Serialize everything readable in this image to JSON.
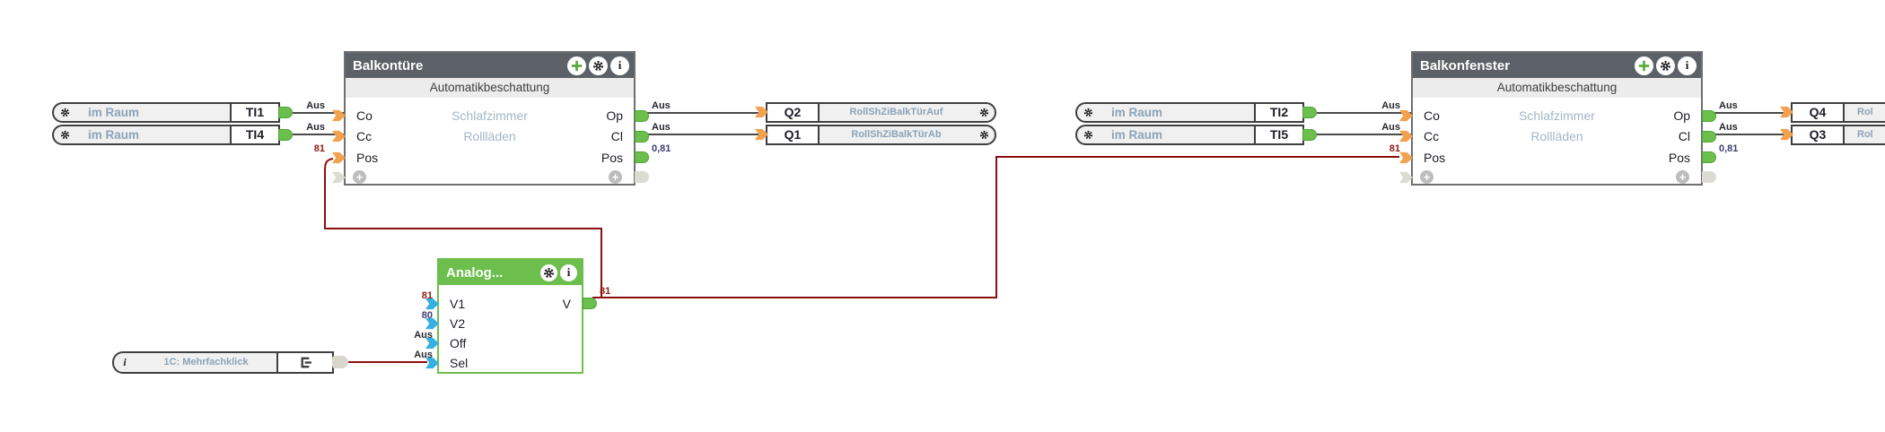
{
  "colors": {
    "header-gray": "#5b6167",
    "subtitle-bg": "#ececec",
    "block-border": "#6f6f6f",
    "green": "#6cbf4c",
    "green-dark": "#4ea53a",
    "orange": "#f2a24e",
    "cyan": "#33b1e3",
    "wire": "#4a4a4a",
    "wire-active": "#8b0f0f",
    "muted-blue": "#8ba3b8",
    "text-dark": "#1c1c28",
    "value-red": "#8c1a12",
    "value-blue": "#3c3c6e",
    "cell-bg": "#f0f0f0",
    "nub-gray": "#d9d6cb",
    "conn-gray": "#dcdcd4"
  },
  "icons": {
    "info_glyph": "i"
  },
  "blocks": {
    "balkontuere": {
      "title": "Balkontüre",
      "subtitle": "Automatikbeschattung",
      "room": "Schlafzimmer",
      "category": "Rollläden",
      "inputs": [
        {
          "name": "Co",
          "value": "Aus"
        },
        {
          "name": "Cc",
          "value": "Aus"
        },
        {
          "name": "Pos",
          "value": "81"
        }
      ],
      "outputs": [
        {
          "name": "Op",
          "value": "Aus"
        },
        {
          "name": "Cl",
          "value": "Aus"
        },
        {
          "name": "Pos",
          "value": "0,81"
        }
      ]
    },
    "balkonfenster": {
      "title": "Balkonfenster",
      "subtitle": "Automatikbeschattung",
      "room": "Schlafzimmer",
      "category": "Rollläden",
      "inputs": [
        {
          "name": "Co",
          "value": "Aus"
        },
        {
          "name": "Cc",
          "value": "Aus"
        },
        {
          "name": "Pos",
          "value": "81"
        }
      ],
      "outputs": [
        {
          "name": "Op",
          "value": "Aus"
        },
        {
          "name": "Cl",
          "value": "Aus"
        },
        {
          "name": "Pos",
          "value": "0,81"
        }
      ]
    },
    "analog": {
      "title": "Analog...",
      "inputs": [
        {
          "name": "V1",
          "value": "81"
        },
        {
          "name": "V2",
          "value": "80"
        },
        {
          "name": "Off",
          "value": "Aus"
        },
        {
          "name": "Sel",
          "value": "Aus"
        }
      ],
      "outputs": [
        {
          "name": "V",
          "value": "81"
        }
      ]
    }
  },
  "sources": [
    {
      "label": "im Raum",
      "tag": "TI1"
    },
    {
      "label": "im Raum",
      "tag": "TI4"
    },
    {
      "label": "im Raum",
      "tag": "TI2"
    },
    {
      "label": "im Raum",
      "tag": "TI5"
    }
  ],
  "sinks": [
    {
      "tag": "Q2",
      "label": "RollShZiBalkTürAuf"
    },
    {
      "tag": "Q1",
      "label": "RollShZiBalkTürAb"
    },
    {
      "tag": "Q4",
      "label": "Rol"
    },
    {
      "tag": "Q3",
      "label": "Rol"
    }
  ],
  "reference": {
    "label": "1C: Mehrfachklick"
  }
}
